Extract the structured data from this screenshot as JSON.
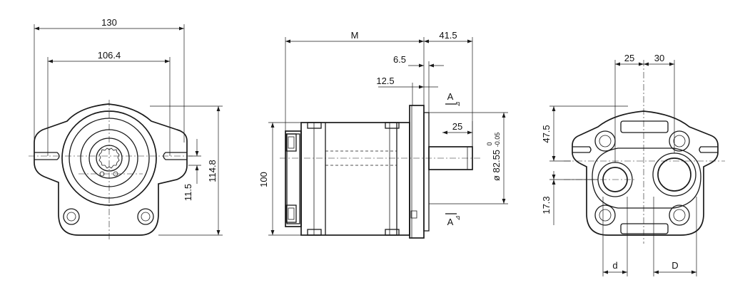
{
  "front_view": {
    "width_overall": "130",
    "bolt_spacing": "106.4",
    "height_overall": "114.8",
    "shaft_offset": "11.5"
  },
  "side_view": {
    "body_length": "M",
    "shaft_extension": "41.5",
    "flange_thickness": "6.5",
    "pilot_step": "12.5",
    "shaft_length": "25",
    "body_height": "100",
    "pilot_diameter": "ø 82.55",
    "tolerance_upper": "0",
    "tolerance_lower": "-0.05",
    "section_label_top": "A",
    "section_label_bottom": "A",
    "section_angle": "⊿"
  },
  "rear_view": {
    "offset_left": "25",
    "offset_right": "30",
    "height_upper": "47.5",
    "height_lower": "17.3",
    "port_inlet": "d",
    "port_outlet": "D"
  }
}
